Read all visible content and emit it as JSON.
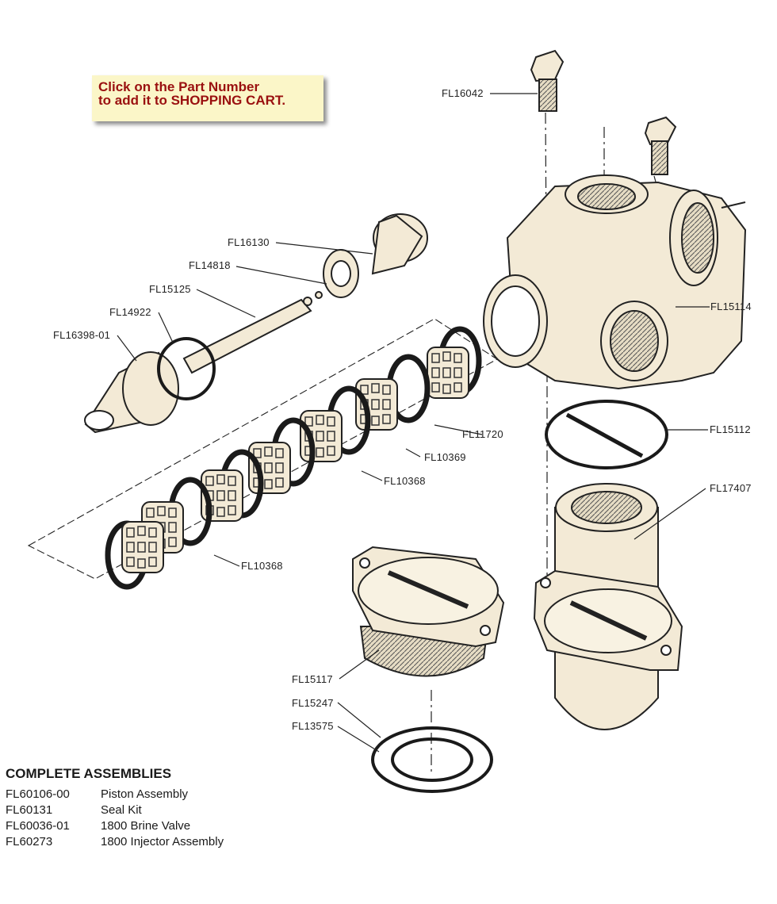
{
  "note": {
    "line1": "Click on the Part Number",
    "line2": "to add it to SHOPPING CART."
  },
  "parts": [
    {
      "id": "p1",
      "pn": "FL16042"
    },
    {
      "id": "p2",
      "pn": "FL16130"
    },
    {
      "id": "p3",
      "pn": "FL14818"
    },
    {
      "id": "p4",
      "pn": "FL15125"
    },
    {
      "id": "p5",
      "pn": "FL14922"
    },
    {
      "id": "p6",
      "pn": "FL16398-01"
    },
    {
      "id": "p7",
      "pn": "FL15114"
    },
    {
      "id": "p8",
      "pn": "FL11720"
    },
    {
      "id": "p9",
      "pn": "FL10369"
    },
    {
      "id": "p10",
      "pn": "FL10368"
    },
    {
      "id": "p11",
      "pn": "FL15112"
    },
    {
      "id": "p12",
      "pn": "FL17407"
    },
    {
      "id": "p13",
      "pn": "FL10368"
    },
    {
      "id": "p14",
      "pn": "FL15117"
    },
    {
      "id": "p15",
      "pn": "FL15247"
    },
    {
      "id": "p16",
      "pn": "FL13575"
    }
  ],
  "assemblies": {
    "title": "COMPLETE ASSEMBLIES",
    "items": [
      {
        "pn": "FL60106-00",
        "desc": "Piston Assembly"
      },
      {
        "pn": "FL60131",
        "desc": "Seal Kit"
      },
      {
        "pn": "FL60036-01",
        "desc": "1800 Brine Valve"
      },
      {
        "pn": "FL60273",
        "desc": "1800 Injector Assembly"
      }
    ]
  },
  "colors": {
    "note_bg": "#fbf6c8",
    "note_text": "#9a1010",
    "part_fill": "#f3ead6",
    "line": "#222222"
  }
}
